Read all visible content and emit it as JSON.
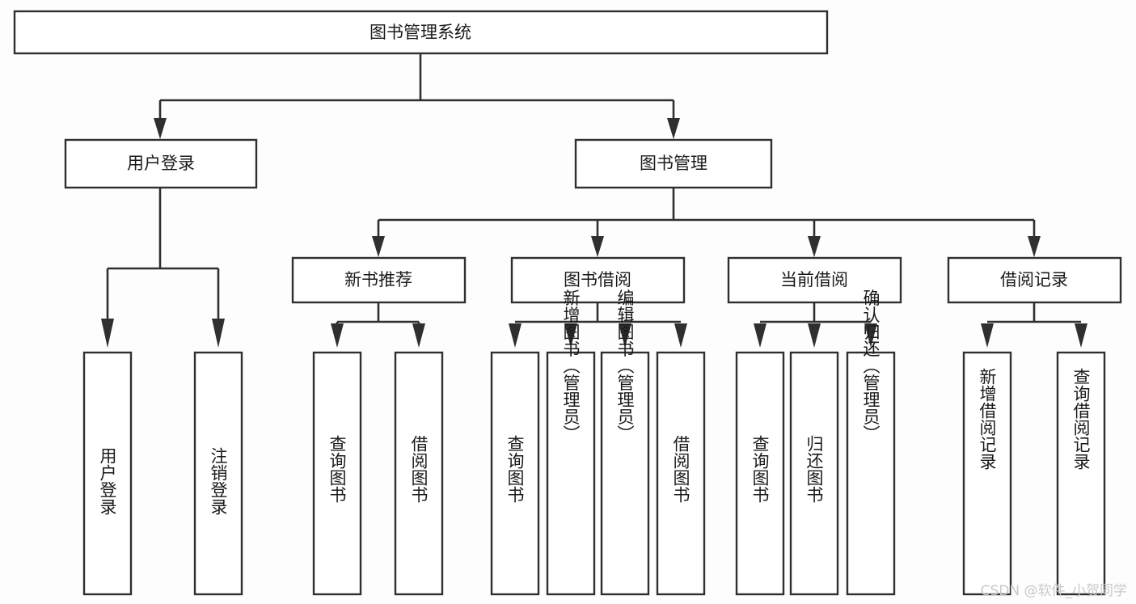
{
  "diagram": {
    "title": "图书管理系统",
    "type": "tree-hierarchy-chart",
    "root": {
      "id": "root",
      "label": "图书管理系统"
    },
    "level2": [
      {
        "id": "user-login",
        "label": "用户登录"
      },
      {
        "id": "book-management",
        "label": "图书管理"
      }
    ],
    "level3": [
      {
        "id": "new-book-recommend",
        "label": "新书推荐",
        "parent": "book-management"
      },
      {
        "id": "book-borrow",
        "label": "图书借阅",
        "parent": "book-management"
      },
      {
        "id": "current-borrow",
        "label": "当前借阅",
        "parent": "book-management"
      },
      {
        "id": "borrow-record",
        "label": "借阅记录",
        "parent": "book-management"
      }
    ],
    "leaves": {
      "user-login": [
        {
          "id": "leaf-user-login",
          "label": "用户登录"
        },
        {
          "id": "leaf-user-logout",
          "label": "注销登录"
        }
      ],
      "new-book-recommend": [
        {
          "id": "leaf-query-book-1",
          "label": "查询图书"
        },
        {
          "id": "leaf-borrow-book-1",
          "label": "借阅图书"
        }
      ],
      "book-borrow": [
        {
          "id": "leaf-query-book-2",
          "label": "查询图书"
        },
        {
          "id": "leaf-add-book",
          "label": "新增图书（管理员）"
        },
        {
          "id": "leaf-edit-book",
          "label": "编辑图书（管理员）"
        },
        {
          "id": "leaf-borrow-book-2",
          "label": "借阅图书"
        }
      ],
      "current-borrow": [
        {
          "id": "leaf-query-book-3",
          "label": "查询图书"
        },
        {
          "id": "leaf-return-book",
          "label": "归还图书"
        },
        {
          "id": "leaf-confirm-return",
          "label": "确认归还（管理员）"
        }
      ],
      "borrow-record": [
        {
          "id": "leaf-add-record",
          "label": "新增借阅记录"
        },
        {
          "id": "leaf-query-record",
          "label": "查询借阅记录"
        }
      ]
    }
  },
  "watermark": {
    "text": "CSDN @软件_小贺同学"
  },
  "colors": {
    "border": "#2f2f2f",
    "box_fill": "#ffffff",
    "text": "#1a1a1a",
    "watermark": "#c9c9c9",
    "page_background": "#fdfdfd"
  }
}
